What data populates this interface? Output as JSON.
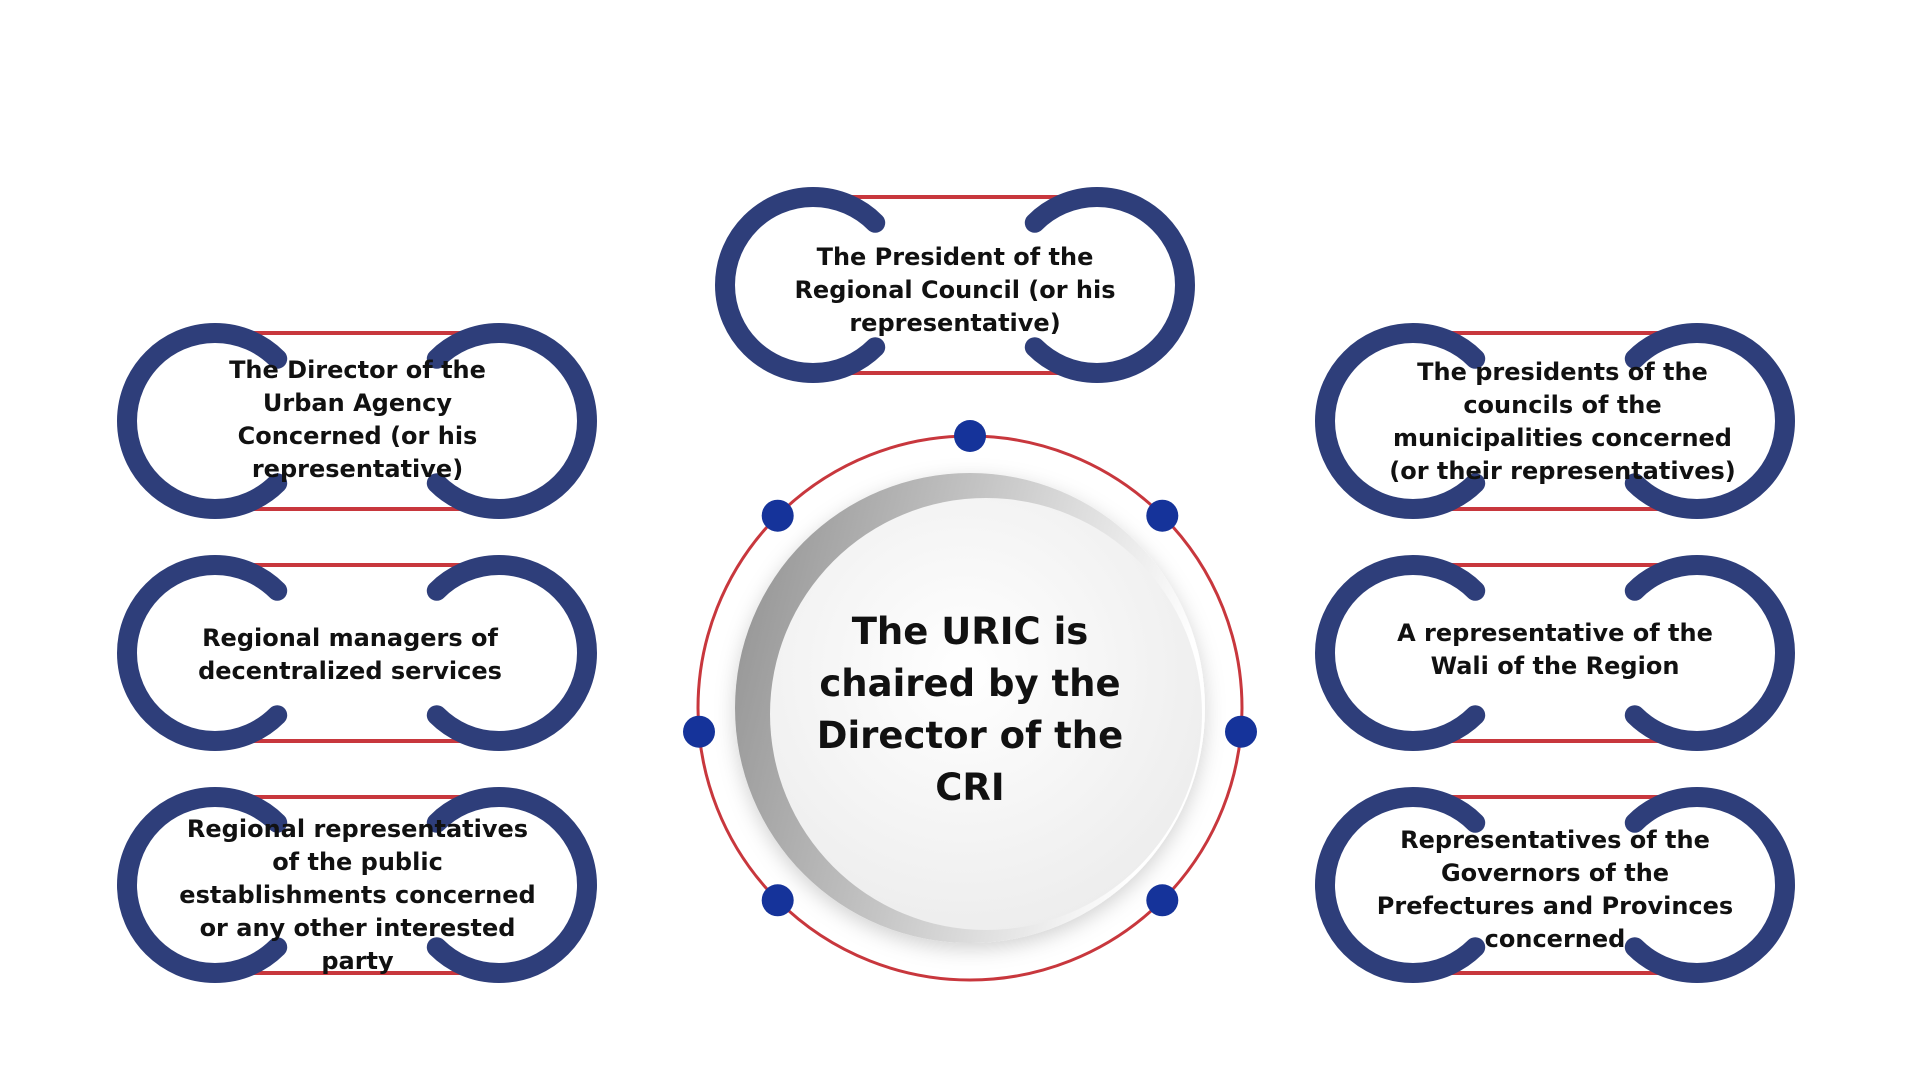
{
  "colors": {
    "pill_arc": "#2e3e7a",
    "pill_line": "#c8373d",
    "ring": "#c8373d",
    "dot": "#15339a",
    "text": "#111111"
  },
  "center": {
    "text": "The URIC is chaired by the Director of the CRI"
  },
  "members": [
    {
      "id": "top",
      "text": "The President of the Regional Council (or his representative)"
    },
    {
      "id": "left-1",
      "text": "The Director of the Urban Agency Concerned (or his representative)"
    },
    {
      "id": "left-2",
      "text": "Regional managers of decentralized services"
    },
    {
      "id": "left-3",
      "text": "Regional representatives of the public establishments concerned or any other interested party"
    },
    {
      "id": "right-1",
      "text": "The presidents of the councils of the municipalities concerned (or their representatives)"
    },
    {
      "id": "right-2",
      "text": "A representative of the Wali of the Region"
    },
    {
      "id": "right-3",
      "text": "Representatives of the Governors of the Prefectures and Provinces concerned"
    }
  ]
}
